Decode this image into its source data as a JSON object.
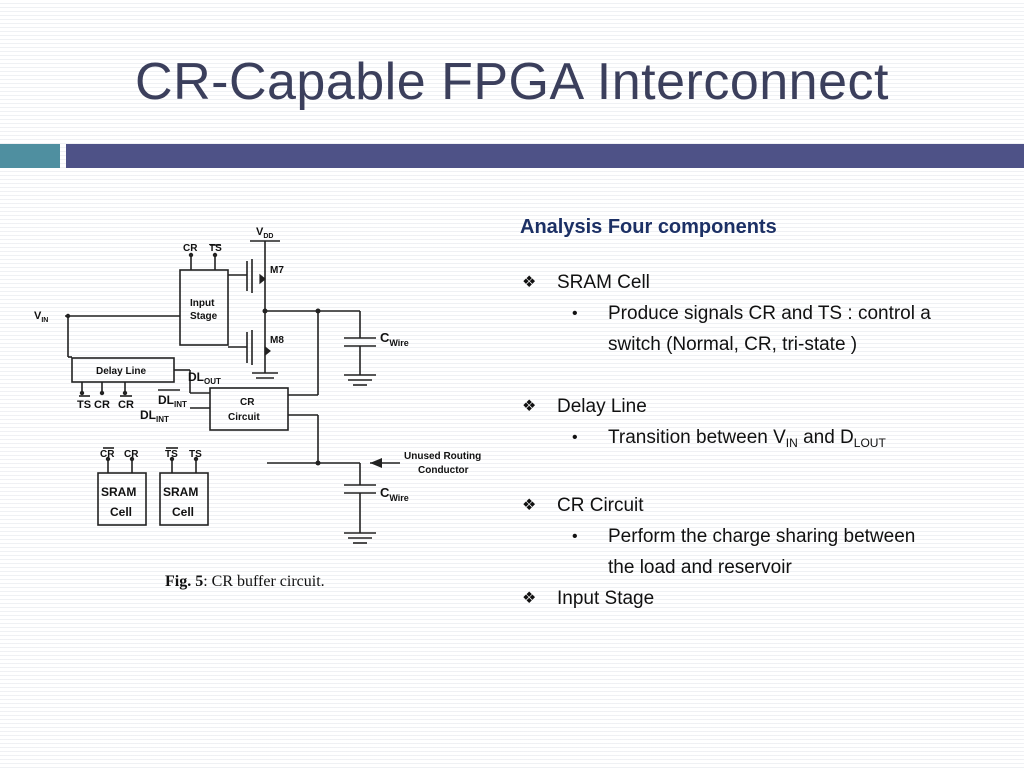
{
  "title": "CR-Capable FPGA Interconnect",
  "colors": {
    "title": "#3b3f5c",
    "accent_teal": "#4f8fa0",
    "accent_blue": "#4e5287",
    "heading": "#1c3065"
  },
  "figure": {
    "caption_num": "Fig. 5",
    "caption_text": ": CR buffer circuit.",
    "labels": {
      "vdd": "V",
      "vdd_sub": "DD",
      "vin": "V",
      "vin_sub": "IN",
      "cr": "CR",
      "ts": "TS",
      "m7": "M7",
      "m8": "M8",
      "input_stage_1": "Input",
      "input_stage_2": "Stage",
      "delay_line": "Delay Line",
      "dl": "DL",
      "out_sub": "OUT",
      "int_sub": "INT",
      "cr_circuit_1": "CR",
      "cr_circuit_2": "Circuit",
      "cwire": "C",
      "wire_sub": "Wire",
      "unused_1": "Unused Routing",
      "unused_2": "Conductor",
      "sram": "SRAM",
      "cell": "Cell"
    }
  },
  "panel": {
    "heading": "Analysis Four components",
    "items": [
      {
        "label": "SRAM Cell",
        "sub": "Produce signals CR and TS : control  a",
        "sub_cont": "switch (Normal, CR, tri-state )"
      },
      {
        "label": "Delay Line",
        "sub_pre": "Transition between V",
        "sub_s1": "IN",
        "sub_mid": " and D",
        "sub_s2": "LOUT"
      },
      {
        "label": "CR Circuit",
        "sub": "Perform the charge sharing between",
        "sub_cont": "the load and reservoir"
      },
      {
        "label": "Input Stage"
      }
    ],
    "bullet_diamond": "❖",
    "bullet_dot": "•"
  }
}
